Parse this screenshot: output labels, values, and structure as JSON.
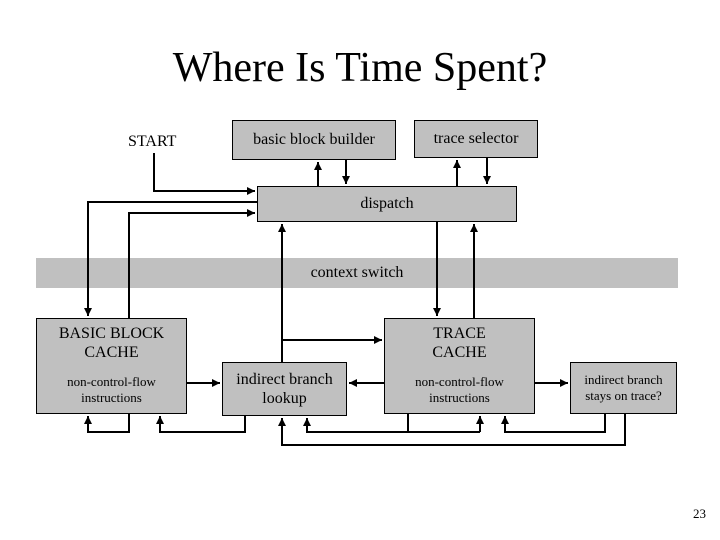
{
  "title": "Where Is Time Spent?",
  "start_label": "START",
  "basic_block_builder": "basic block builder",
  "trace_selector": "trace selector",
  "dispatch": "dispatch",
  "context_switch": "context switch",
  "basic_block_cache": {
    "name_line1": "BASIC BLOCK",
    "name_line2": "CACHE",
    "sub_line1": "non-control-flow",
    "sub_line2": "instructions"
  },
  "trace_cache": {
    "name_line1": "TRACE",
    "name_line2": "CACHE",
    "sub_line1": "non-control-flow",
    "sub_line2": "instructions"
  },
  "indirect_branch_lookup": {
    "line1": "indirect branch",
    "line2": "lookup"
  },
  "indirect_branch_stays": {
    "line1": "indirect branch",
    "line2": "stays on trace?"
  },
  "page_number": "23",
  "colors": {
    "box_fill": "#c0c0c0",
    "line": "#000000",
    "background": "#ffffff"
  }
}
